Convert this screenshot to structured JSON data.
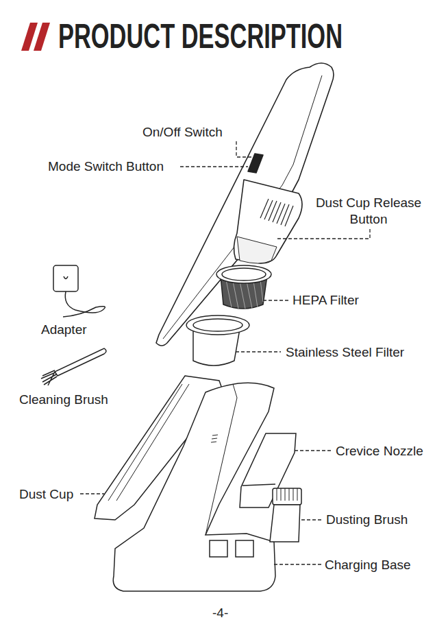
{
  "diagram": {
    "title": "PRODUCT DESCRIPTION",
    "labels": [
      "On/Off Switch",
      "Mode Switch Button",
      "Dust Cup Release Button",
      "HEPA Filter",
      "Adapter",
      "Stainless Steel Filter",
      "Cleaning Brush",
      "Crevice Nozzle",
      "Dust Cup",
      "Dusting Brush",
      "Charging Base",
      "-4-"
    ]
  }
}
